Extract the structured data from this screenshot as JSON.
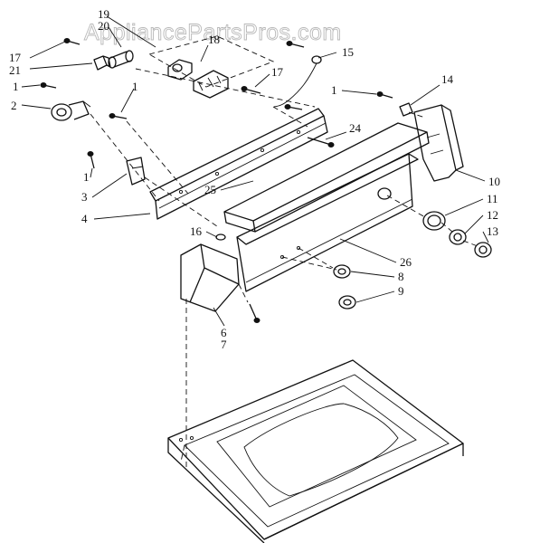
{
  "watermark": "AppliancePartsPros.com",
  "callouts": [
    {
      "id": "c19",
      "text": "19"
    },
    {
      "id": "c20",
      "text": "20"
    },
    {
      "id": "c18",
      "text": "18"
    },
    {
      "id": "c17a",
      "text": "17"
    },
    {
      "id": "c21",
      "text": "21"
    },
    {
      "id": "c1a",
      "text": "1"
    },
    {
      "id": "c2",
      "text": "2"
    },
    {
      "id": "c1b",
      "text": "1"
    },
    {
      "id": "c15",
      "text": "15"
    },
    {
      "id": "c17b",
      "text": "17"
    },
    {
      "id": "c1c",
      "text": "1"
    },
    {
      "id": "c14",
      "text": "14"
    },
    {
      "id": "c24",
      "text": "24"
    },
    {
      "id": "c10",
      "text": "10"
    },
    {
      "id": "c25",
      "text": "25"
    },
    {
      "id": "c11",
      "text": "11"
    },
    {
      "id": "c12",
      "text": "12"
    },
    {
      "id": "c13",
      "text": "13"
    },
    {
      "id": "c1d",
      "text": "1"
    },
    {
      "id": "c3",
      "text": "3"
    },
    {
      "id": "c4",
      "text": "4"
    },
    {
      "id": "c16",
      "text": "16"
    },
    {
      "id": "c26",
      "text": "26"
    },
    {
      "id": "c8",
      "text": "8"
    },
    {
      "id": "c9",
      "text": "9"
    },
    {
      "id": "c6",
      "text": "6"
    },
    {
      "id": "c7",
      "text": "7"
    }
  ]
}
